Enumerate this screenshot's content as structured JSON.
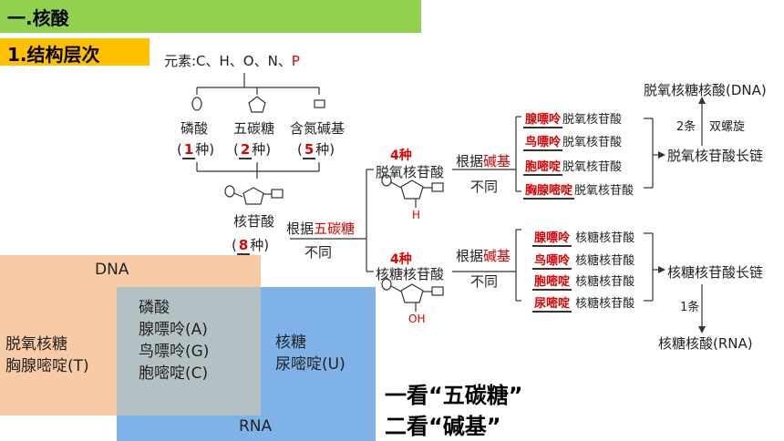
{
  "header": {
    "section_title": "一.核酸",
    "subsection_title": "1.结构层次"
  },
  "elements": {
    "prefix": "元素:C、H、O、N、",
    "p": "P"
  },
  "components": [
    {
      "name": "磷酸",
      "open": "(",
      "count": "1",
      "unit": "种)"
    },
    {
      "name": "五碳糖",
      "open": "(",
      "count": "2",
      "unit": "种)"
    },
    {
      "name": "含氮碱基",
      "open": "(",
      "count": "5",
      "unit": "种)"
    }
  ],
  "nucleotide": {
    "name": "核苷酸",
    "open": "(",
    "count": "8",
    "unit": "种)",
    "split_prefix": "根据",
    "split_key": "五碳糖",
    "split_suffix": "不同"
  },
  "deoxy": {
    "kind_count": "4种",
    "name": "脱氧核苷酸",
    "sugar_mark": "H",
    "split_prefix": "根据",
    "split_key": "碱基",
    "split_suffix": "不同",
    "bases": [
      "腺嘌呤",
      "鸟嘌呤",
      "胞嘧啶",
      "胸腺嘧啶"
    ],
    "item_suffix": "脱氧核苷酸",
    "chain": "脱氧核苷酸长链",
    "chain_count": "2条",
    "helix": "双螺旋",
    "acid": "脱氧核糖核酸(DNA)"
  },
  "ribo": {
    "kind_count": "4种",
    "name": "核糖核苷酸",
    "sugar_mark": "OH",
    "split_prefix": "根据",
    "split_key": "碱基",
    "split_suffix": "不同",
    "bases": [
      "腺嘌呤",
      "鸟嘌呤",
      "胞嘧啶",
      "尿嘧啶"
    ],
    "item_suffix": "核糖核苷酸",
    "chain": "核糖核苷酸长链",
    "chain_count": "1条",
    "acid": "核糖核酸(RNA)"
  },
  "venn": {
    "dna_label": "DNA",
    "rna_label": "RNA",
    "dna_only": [
      "脱氧核糖",
      "胸腺嘧啶(T)"
    ],
    "shared": [
      "磷酸",
      "腺嘌呤(A)",
      "鸟嘌呤(G)",
      "胞嘧啶(C)"
    ],
    "rna_only": [
      "核糖",
      "尿嘧啶(U)"
    ]
  },
  "tips": [
    "一看“五碳糖”",
    "二看“碱基”"
  ],
  "colors": {
    "banner": "#92d050",
    "subbanner": "#ffc000",
    "dna": "#f8cba7",
    "rna": "#7fb3e8",
    "shared": "#b4c1c4",
    "highlight": "#e00000"
  }
}
